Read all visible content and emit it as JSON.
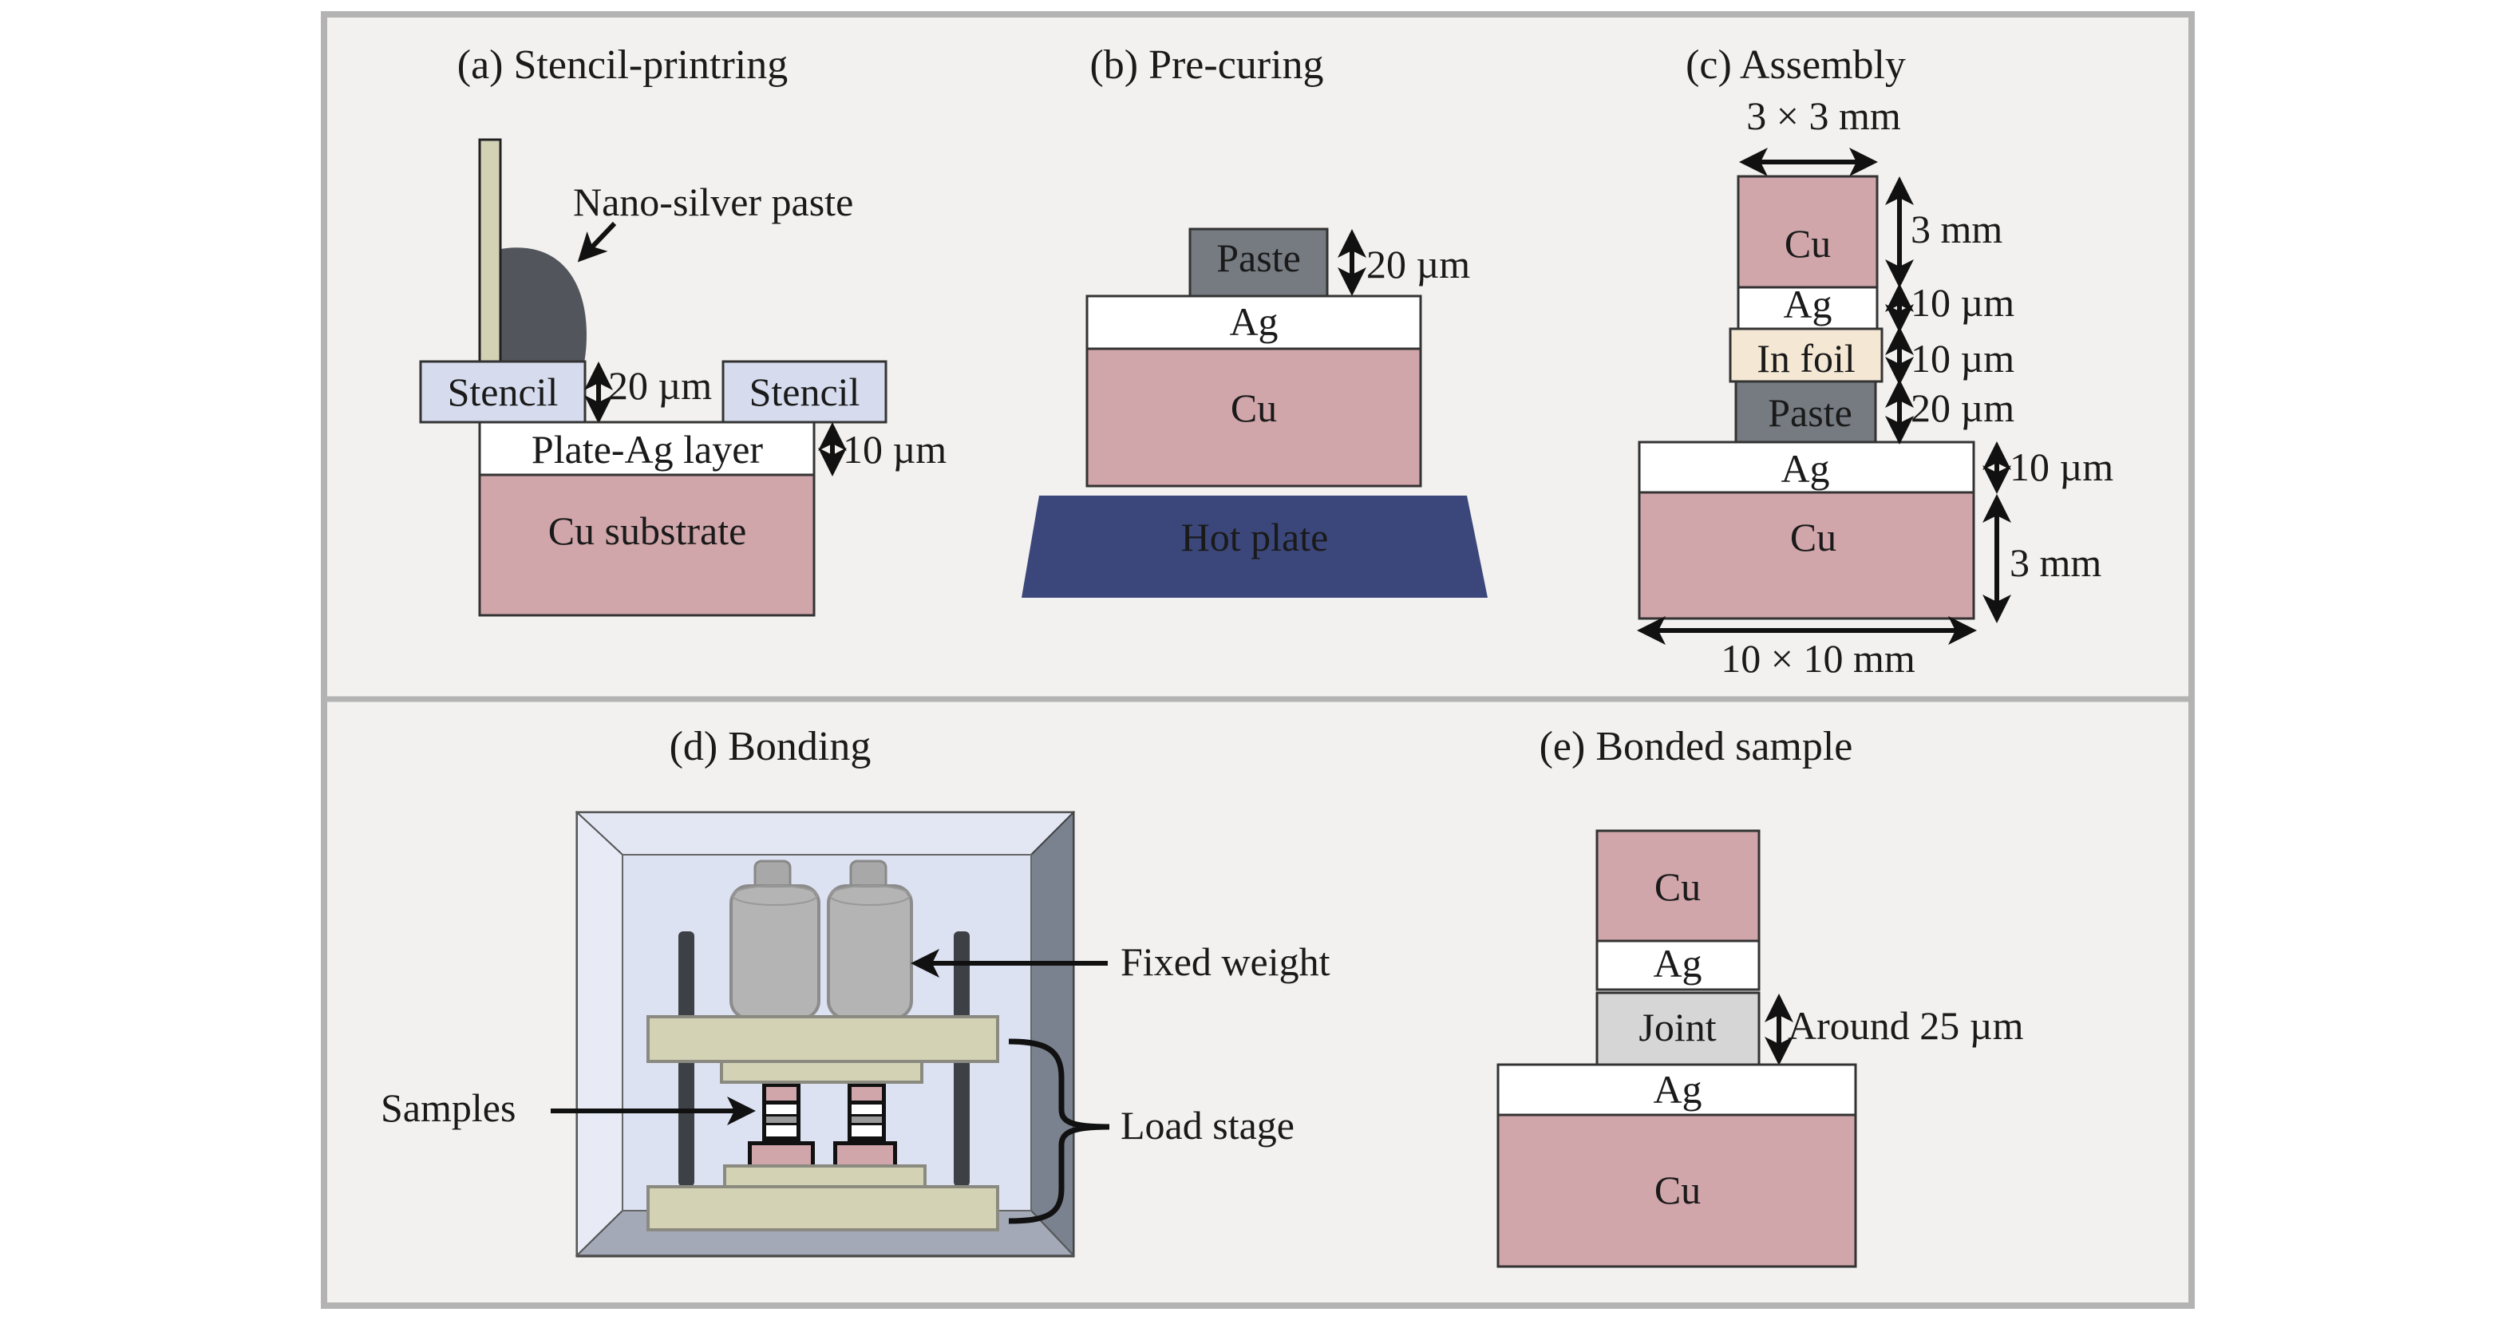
{
  "figure": {
    "background": "#f2f1ef",
    "frame_color": "#b3b3b3"
  },
  "colors": {
    "cu": "#d1a6ab",
    "ag": "#ffffff",
    "paste": "#767b82",
    "stencil": "#d6dcee",
    "in_foil": "#f4e7d4",
    "joint": "#d6d6d6",
    "hot_plate": "#3b477a",
    "nano_paste_blob": "#52565c",
    "squeegee": "#d4d2b4",
    "oven_inner": "#dce2f2",
    "oven_wall_dark": "#7a8290",
    "weight": "#b4b4b4",
    "rod": "#3d4045"
  },
  "panels": {
    "a": {
      "title": "(a) Stencil-printring",
      "nano_paste_label": "Nano-silver paste",
      "stencil_left": "Stencil",
      "stencil_right": "Stencil",
      "stencil_thickness": "20 µm",
      "plate_ag": "Plate-Ag layer",
      "plate_ag_thickness": "10 µm",
      "cu_substrate": "Cu substrate"
    },
    "b": {
      "title": "(b) Pre-curing",
      "paste": "Paste",
      "paste_thickness": "20 µm",
      "ag": "Ag",
      "cu": "Cu",
      "hot_plate": "Hot plate"
    },
    "c": {
      "title": "(c) Assembly",
      "top_size": "3 × 3 mm",
      "cu_top": "Cu",
      "cu_top_thickness": "3 mm",
      "ag_top": "Ag",
      "ag_top_thickness": "10 µm",
      "in_foil": "In foil",
      "in_foil_thickness": "10 µm",
      "paste": "Paste",
      "paste_thickness": "20 µm",
      "ag_bottom": "Ag",
      "ag_bottom_thickness": "10 µm",
      "cu_bottom": "Cu",
      "cu_bottom_thickness": "3 mm",
      "bottom_size": "10 × 10 mm"
    },
    "d": {
      "title": "(d) Bonding",
      "fixed_weight": "Fixed weight",
      "samples": "Samples",
      "load_stage": "Load stage"
    },
    "e": {
      "title": "(e) Bonded sample",
      "cu_top": "Cu",
      "ag_top": "Ag",
      "joint": "Joint",
      "joint_thickness": "Around 25 µm",
      "ag_bottom": "Ag",
      "cu_bottom": "Cu"
    }
  }
}
